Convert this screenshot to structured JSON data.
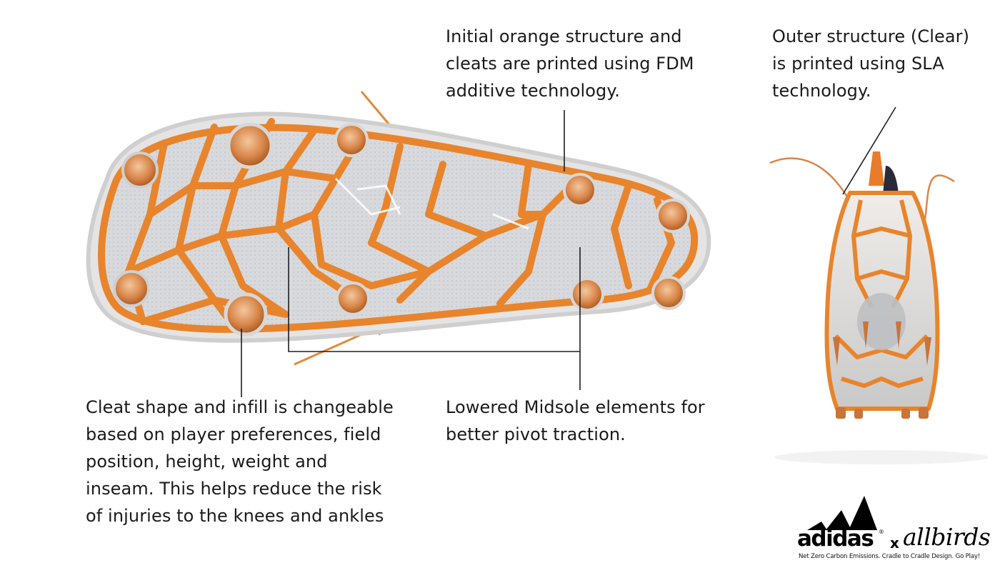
{
  "annotations": {
    "fdm": {
      "lines": [
        "Initial orange structure and",
        "cleats are printed using FDM",
        "additive technology."
      ]
    },
    "sla": {
      "lines": [
        "Outer structure (Clear)",
        "is printed using SLA",
        "technology."
      ]
    },
    "cleat": {
      "lines": [
        "Cleat shape and infill is changeable",
        "based on player preferences, field",
        "position, height, weight and",
        "inseam. This helps reduce the risk",
        "of injuries to the knees and ankles"
      ]
    },
    "midsole": {
      "lines": [
        "Lowered Midsole elements for",
        "better pivot traction."
      ]
    }
  },
  "branding": {
    "brand_a": "adidas",
    "separator": "x",
    "brand_b": "allbirds",
    "registered_mark": "®",
    "tagline": "Net Zero Carbon Emissions. Cradle to Cradle Design. Go Play!"
  },
  "colors": {
    "structure_orange": "#e8842c",
    "structure_dark": "#c9651a",
    "clear_shell": "#dcdcdc",
    "midsole_grey": "#bfc2c6",
    "text": "#1a1a1a",
    "callout_line": "#1e1e1e"
  },
  "images": {
    "sole": "3d-render-cleat-sole-bottom-view",
    "rear": "3d-render-cleat-rear-view"
  }
}
